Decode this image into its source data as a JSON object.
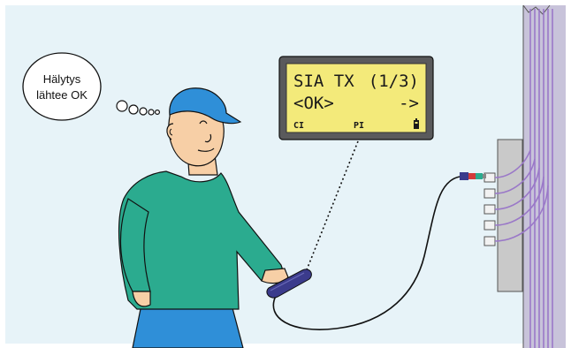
{
  "thought": {
    "line1": "Hälytys",
    "line2": "lähtee OK"
  },
  "display": {
    "row1_left": "SIA TX",
    "row1_right": "(1/3)",
    "row2_left": "<OK>",
    "row2_right": "->",
    "row3_left": "CI",
    "row3_mid": "PI"
  },
  "colors": {
    "background": "#e7f3f8",
    "lcd": "#f3ea7a",
    "lcd_bezel": "#5a5a5c",
    "shirt": "#2bab8f",
    "cap": "#2f8fd8",
    "skin": "#f7cfa6",
    "wires": "#9a78c8",
    "wall": "#c8c3da",
    "probe": "#3b3b8c"
  },
  "icons": [
    "battery-icon"
  ]
}
